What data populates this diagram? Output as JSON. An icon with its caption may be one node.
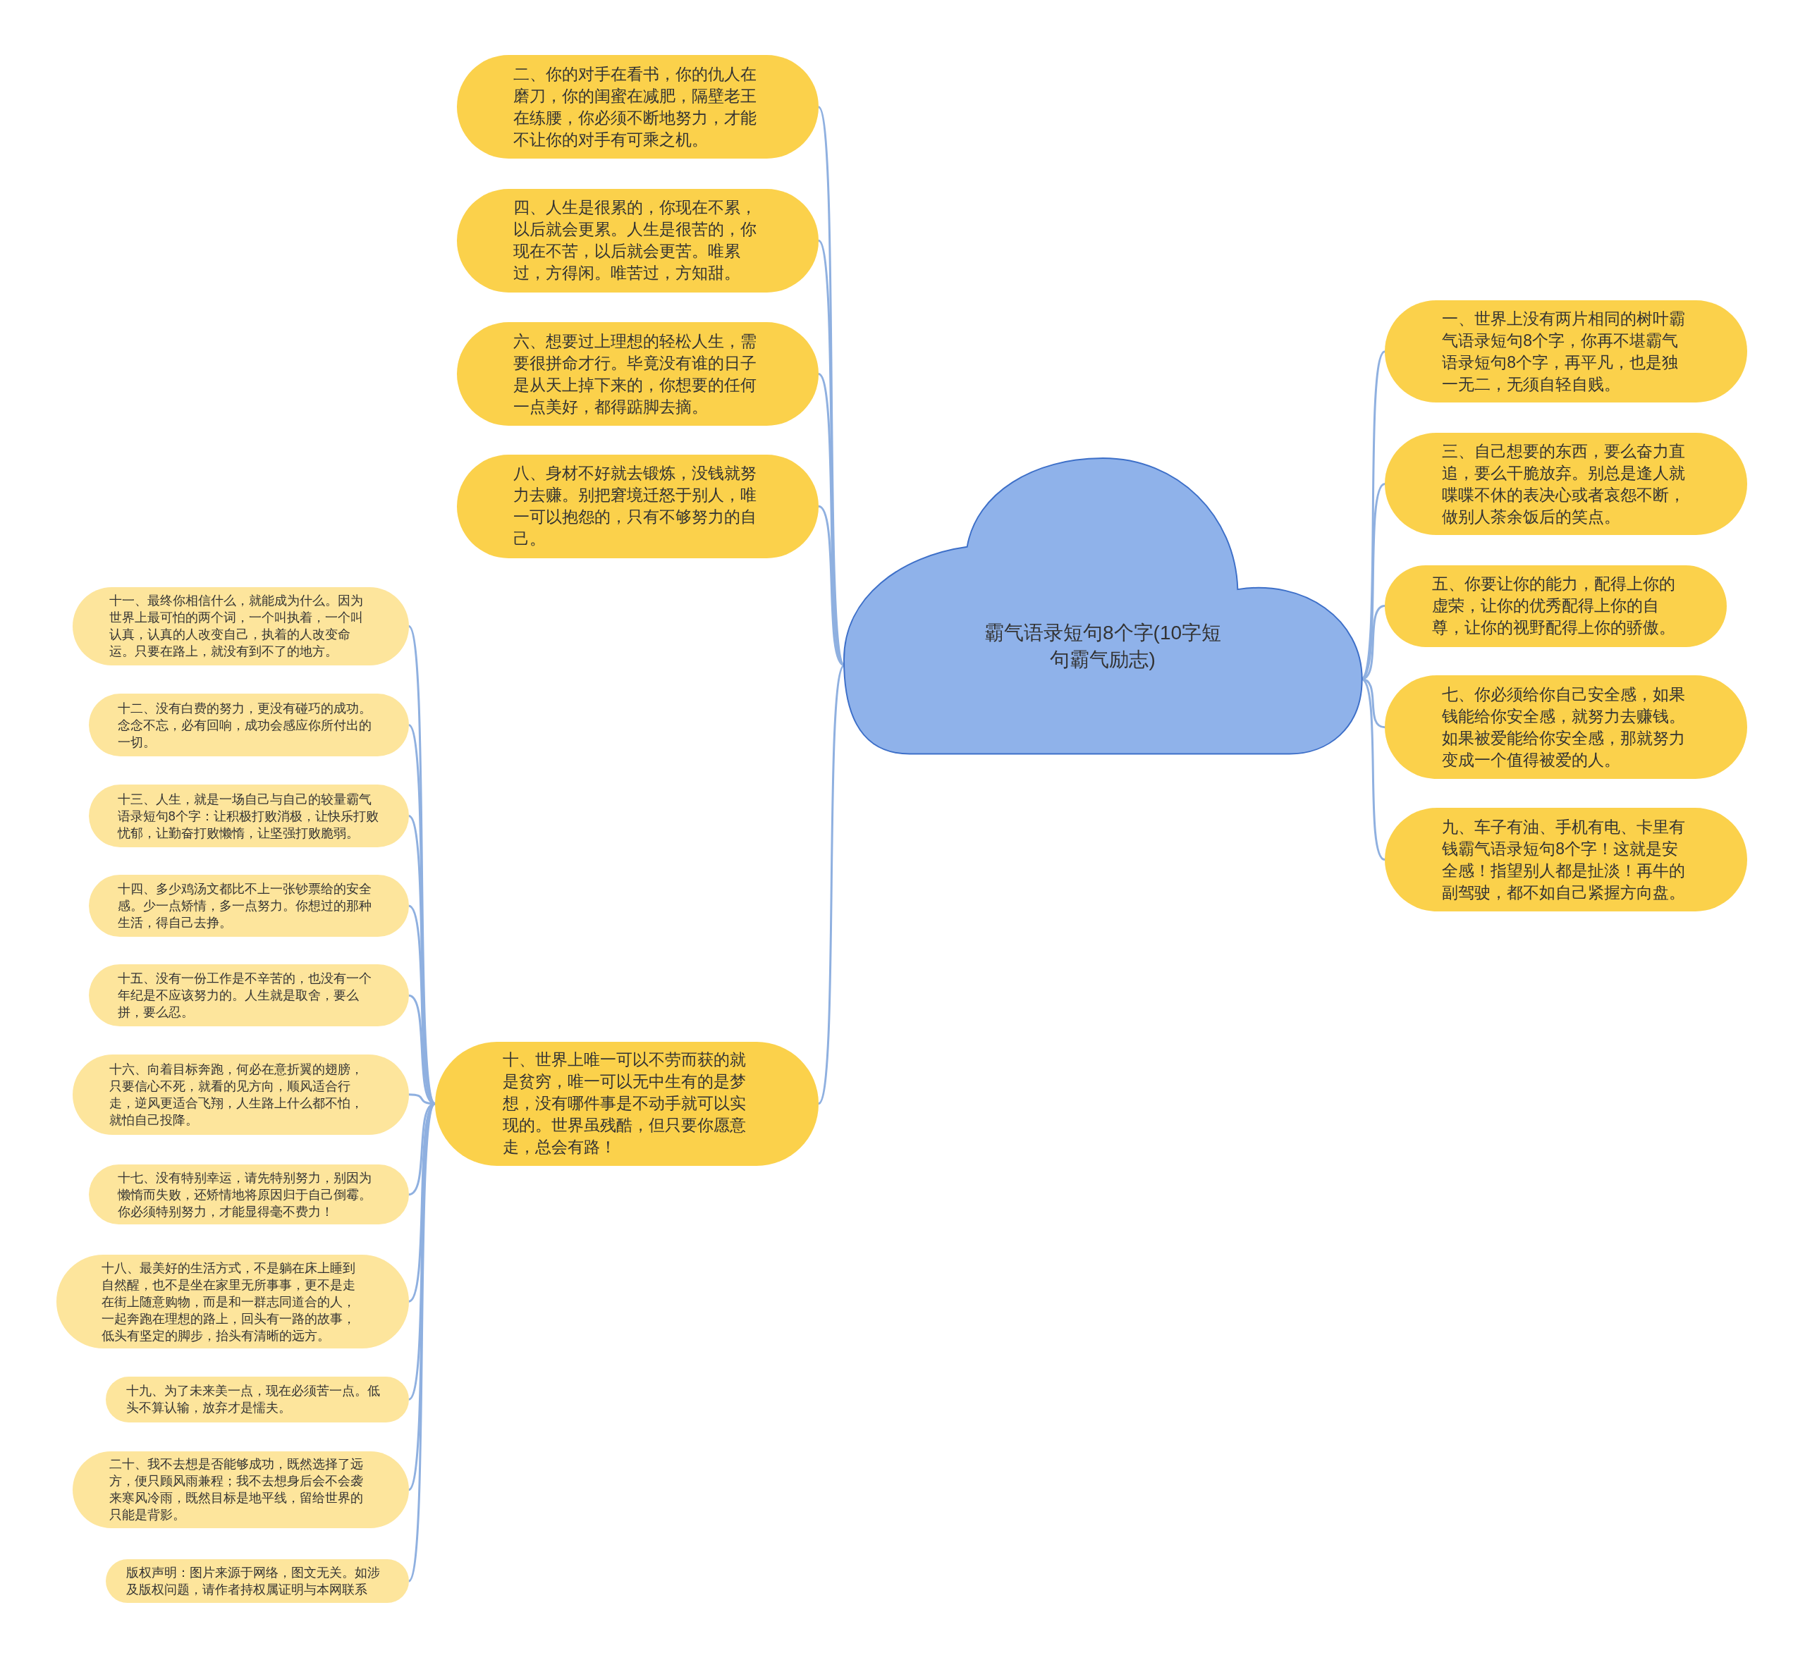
{
  "diagram": {
    "nodes": [
      {
        "text": [
          "霸气语录短句8个字(10字短句霸气励志)"
        ]
      },
      {
        "text": [
          "二、你的对手在看书，你的仇人在磨刀，你的闺蜜在减肥，隔壁老王在练腰，你必须不断地努力，才能不让你的对手有可乘之机。"
        ]
      },
      {
        "text": [
          "四、人生是很累的，你现在不累，以后就会更累。人生是很苦的，你现在不苦，以后就会更苦。唯累过，方得闲。唯苦过，方知甜。"
        ]
      },
      {
        "text": [
          "六、想要过上理想的轻松人生，需要很拼命才行。毕竟没有谁的日子是从天上掉下来的，你想要的任何一点美好，都得踮脚去摘。"
        ]
      },
      {
        "text": [
          "八、身材不好就去锻炼，没钱就努力去赚。别把窘境迁怒于别人，唯一可以抱怨的，只有不够努力的自己。"
        ]
      },
      {
        "text": [
          "十、世界上唯一可以不劳而获的就是贫穷，唯一可以无中生有的是梦想，没有哪件事是不动手就可以实现的。世界虽残酷，但只要你愿意走，总会有路！"
        ]
      },
      {
        "text": [
          "十一、最终你相信什么，就能成为什么。因为世界上最可怕的两个词，一个叫执着，一个叫认真，认真的人改变自己，执着的人改变命运。只要在路上，就没有到不了的地方。"
        ]
      },
      {
        "text": [
          "十二、没有白费的努力，更没有碰巧的成功。念念不忘，必有回响，成功会感应你所付出的一切。"
        ]
      },
      {
        "text": [
          "十三、人生，就是一场自己与自己的较量霸气语录短句8个字：让积极打败消极，让快乐打败忧郁，让勤奋打败懒惰，让坚强打败脆弱。"
        ]
      },
      {
        "text": [
          "十四、多少鸡汤文都比不上一张钞票给的安全感。少一点矫情，多一点努力。你想过的那种生活，得自己去挣。"
        ]
      },
      {
        "text": [
          "十五、没有一份工作是不辛苦的，也没有一个年纪是不应该努力的。人生就是取舍，要么拼，要么忍。"
        ]
      },
      {
        "text": [
          "十六、向着目标奔跑，何必在意折翼的翅膀，只要信心不死，就看的见方向，顺风适合行走，逆风更适合飞翔，人生路上什么都不怕，就怕自己投降。"
        ]
      },
      {
        "text": [
          "十七、没有特别幸运，请先特别努力，别因为懒惰而失败，还矫情地将原因归于自己倒霉。你必须特别努力，才能显得毫不费力！"
        ]
      },
      {
        "text": [
          "十八、最美好的生活方式，不是躺在床上睡到自然醒，也不是坐在家里无所事事，更不是走在街上随意购物，而是和一群志同道合的人，一起奔跑在理想的路上，回头有一路的故事，低头有坚定的脚步，抬头有清晰的远方。"
        ]
      },
      {
        "text": [
          "十九、为了未来美一点，现在必须苦一点。低头不算认输，放弃才是懦夫。"
        ]
      },
      {
        "text": [
          "二十、我不去想是否能够成功，既然选择了远方，便只顾风雨兼程；我不去想身后会不会袭来寒风冷雨，既然目标是地平线，留给世界的只能是背影。"
        ]
      },
      {
        "text": [
          "版权声明：图片来源于网络，图文无关。如涉及版权问题，请作者持权属证明与本网联系"
        ]
      },
      {
        "text": [
          "一、世界上没有两片相同的树叶霸气语录短句8个字，你再不堪霸气语录短句8个字，再平凡，也是独一无二，无须自轻自贱。"
        ]
      },
      {
        "text": [
          "三、自己想要的东西，要么奋力直追，要么干脆放弃。别总是逢人就喋喋不休的表决心或者哀怨不断，做别人茶余饭后的笑点。"
        ]
      },
      {
        "text": [
          "五、你要让你的能力，配得上你的虚荣，让你的优秀配得上你的自尊，让你的视野配得上你的骄傲。"
        ]
      },
      {
        "text": [
          "七、你必须给你自己安全感，如果钱能给你安全感，就努力去赚钱。如果被爱能给你安全感，那就努力变成一个值得被爱的人。"
        ]
      },
      {
        "text": [
          "九、车子有油、手机有电、卡里有钱霸气语录短句8个字！这就是安全感！指望别人都是扯淡！再牛的副驾驶，都不如自己紧握方向盘。"
        ]
      }
    ],
    "edges": [
      {
        "from": 0,
        "to": 1,
        "arrow": "none"
      },
      {
        "from": 0,
        "to": 2,
        "arrow": "none"
      },
      {
        "from": 0,
        "to": 3,
        "arrow": "none"
      },
      {
        "from": 0,
        "to": 4,
        "arrow": "none"
      },
      {
        "from": 0,
        "to": 5,
        "arrow": "none"
      },
      {
        "from": 5,
        "to": 6,
        "arrow": "none"
      },
      {
        "from": 5,
        "to": 7,
        "arrow": "none"
      },
      {
        "from": 5,
        "to": 8,
        "arrow": "none"
      },
      {
        "from": 5,
        "to": 9,
        "arrow": "none"
      },
      {
        "from": 5,
        "to": 10,
        "arrow": "none"
      },
      {
        "from": 5,
        "to": 11,
        "arrow": "none"
      },
      {
        "from": 5,
        "to": 12,
        "arrow": "none"
      },
      {
        "from": 5,
        "to": 13,
        "arrow": "none"
      },
      {
        "from": 5,
        "to": 14,
        "arrow": "none"
      },
      {
        "from": 5,
        "to": 15,
        "arrow": "none"
      },
      {
        "from": 5,
        "to": 16,
        "arrow": "none"
      },
      {
        "from": 0,
        "to": 17,
        "arrow": "none"
      },
      {
        "from": 0,
        "to": 18,
        "arrow": "none"
      },
      {
        "from": 0,
        "to": 19,
        "arrow": "none"
      },
      {
        "from": 0,
        "to": 20,
        "arrow": "none"
      },
      {
        "from": 0,
        "to": 21,
        "arrow": "none"
      }
    ]
  }
}
